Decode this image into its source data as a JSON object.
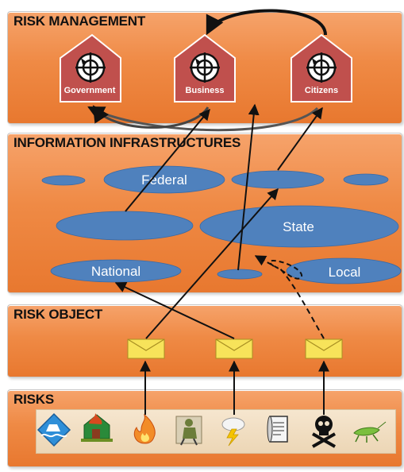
{
  "layers": {
    "risk_management": "RISK MANAGEMENT",
    "information_infrastructures": "INFORMATION INFRASTRUCTURES",
    "risk_object": "RISK OBJECT",
    "risks": "RISKS"
  },
  "stakeholders": [
    "Government",
    "Business",
    "Citizens"
  ],
  "infrastructures": {
    "federal": "Federal",
    "state": "State",
    "national": "National",
    "local": "Local"
  },
  "risk_icons": [
    "flood-icon",
    "fire-damage-icon",
    "fire-icon",
    "worker-icon",
    "storm-icon",
    "document-icon",
    "skull-crossbones-icon",
    "insect-icon"
  ],
  "colors": {
    "layer_orange": "#ef8a45",
    "node_red": "#c0504d",
    "ellipse_blue": "#4f81bd",
    "envelope_yellow": "#f7e35a"
  }
}
